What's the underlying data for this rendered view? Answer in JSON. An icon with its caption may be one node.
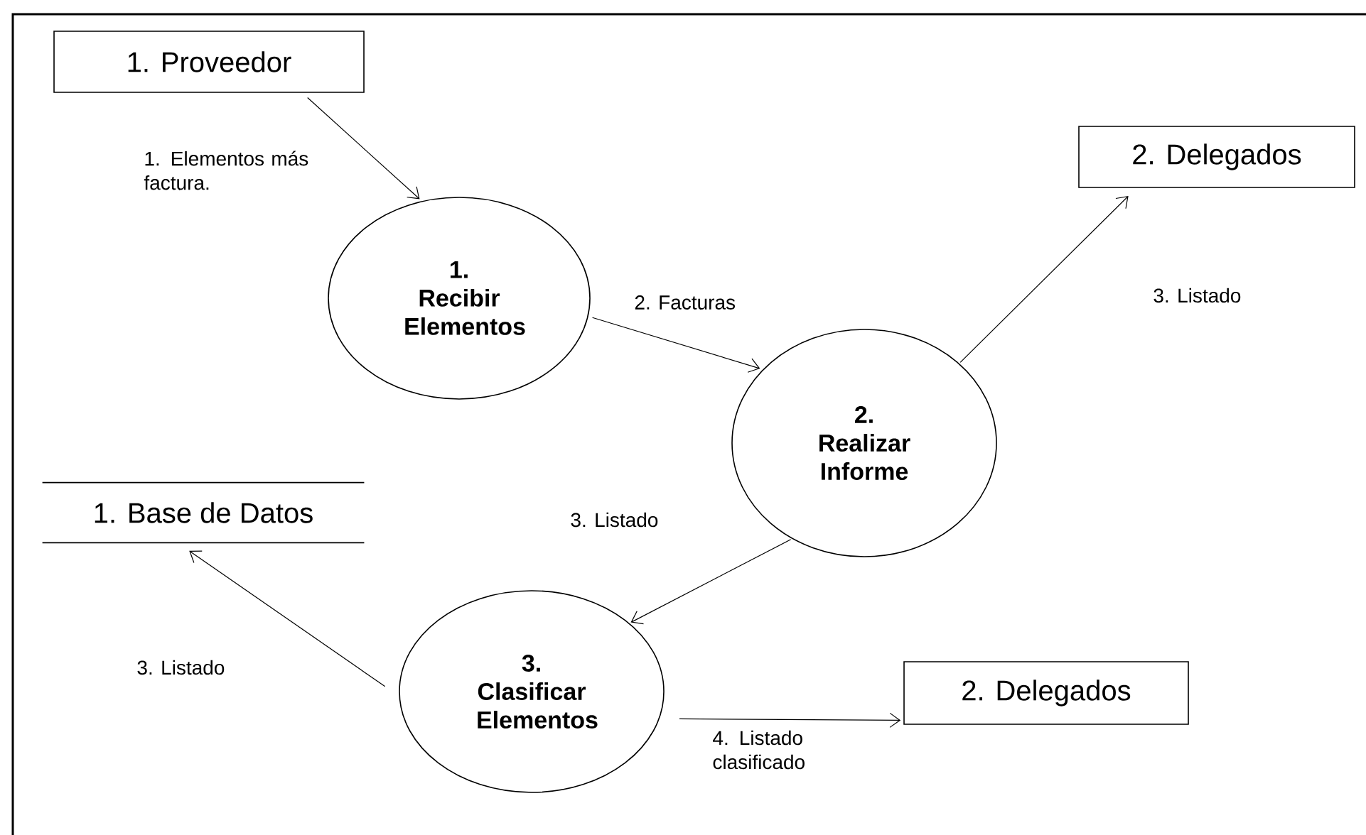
{
  "diagram": {
    "nodes": [
      {
        "text": [
          "1. Proveedor"
        ]
      },
      {
        "text": [
          "1. Recibir Elementos"
        ]
      },
      {
        "text": [
          "2. Realizar Informe"
        ]
      },
      {
        "text": [
          "2. Delegados"
        ]
      },
      {
        "text": [
          "1. Base de Datos"
        ]
      },
      {
        "text": [
          "3. Clasificar Elementos"
        ]
      },
      {
        "text": [
          "2. Delegados"
        ]
      }
    ],
    "edges": [
      {
        "from": 0,
        "to": 1,
        "arrow": "to",
        "label": "1. Elementos más factura."
      },
      {
        "from": 1,
        "to": 2,
        "arrow": "to",
        "label": "2. Facturas"
      },
      {
        "from": 2,
        "to": 3,
        "arrow": "to",
        "label": "3. Listado"
      },
      {
        "from": 2,
        "to": 5,
        "arrow": "to",
        "label": "3. Listado"
      },
      {
        "from": 5,
        "to": 4,
        "arrow": "to",
        "label": "3. Listado"
      },
      {
        "from": 5,
        "to": 6,
        "arrow": "to",
        "label": "4. Listado clasificado"
      }
    ]
  }
}
